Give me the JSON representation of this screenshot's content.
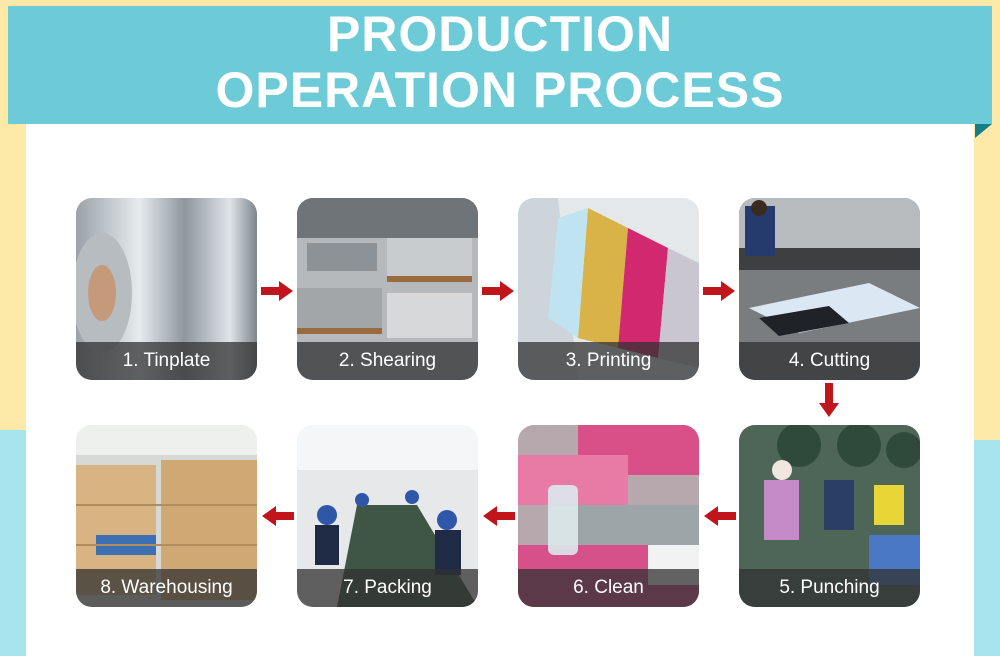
{
  "title": {
    "line1": "PRODUCTION",
    "line2": "OPERATION PROCESS"
  },
  "steps": [
    {
      "label": "1. Tinplate"
    },
    {
      "label": "2. Shearing"
    },
    {
      "label": "3. Printing"
    },
    {
      "label": "4. Cutting"
    },
    {
      "label": "5. Punching"
    },
    {
      "label": "6. Clean"
    },
    {
      "label": "7. Packing"
    },
    {
      "label": "8. Warehousing"
    }
  ],
  "colors": {
    "banner": "#6dcbd7",
    "arrow": "#c0161b",
    "caption_bg": "#323232",
    "page_bg": "#fce9a8",
    "accent_blue": "#a8e4ee"
  }
}
